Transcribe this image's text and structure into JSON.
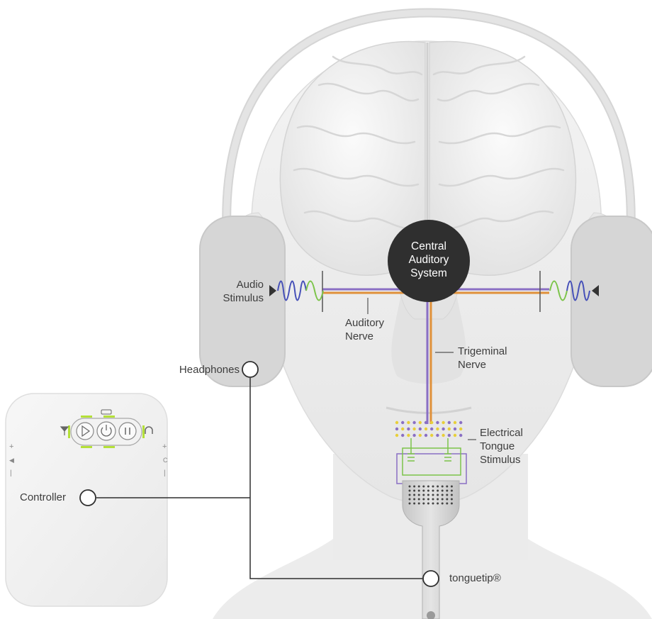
{
  "labels": {
    "central": "Central\nAuditory\nSystem",
    "audio_stimulus": "Audio\nStimulus",
    "auditory_nerve": "Auditory\nNerve",
    "trigeminal_nerve": "Trigeminal\nNerve",
    "electrical_tongue_stimulus": "Electrical\nTongue\nStimulus",
    "headphones": "Headphones",
    "controller": "Controller",
    "tonguetip": "tonguetip®"
  },
  "controller_device": {
    "buttons": [
      "play-icon",
      "power-icon",
      "pause-icon"
    ],
    "side_icons": [
      "antenna-icon",
      "headphone-icon",
      "battery-icon"
    ],
    "left_side_symbols": [
      "+",
      "◀",
      "|"
    ],
    "right_side_symbols": [
      "+",
      "C",
      "|"
    ]
  },
  "colors": {
    "hub": "#2f2f2f",
    "nerve_orange": "#e0913a",
    "nerve_purple": "#8a6fc4",
    "audio_blue": "#4650b8",
    "audio_green": "#7cc44a",
    "electrode_yellow": "#e8cf3a",
    "indicator_green": "#b4e038",
    "line": "#333333"
  }
}
